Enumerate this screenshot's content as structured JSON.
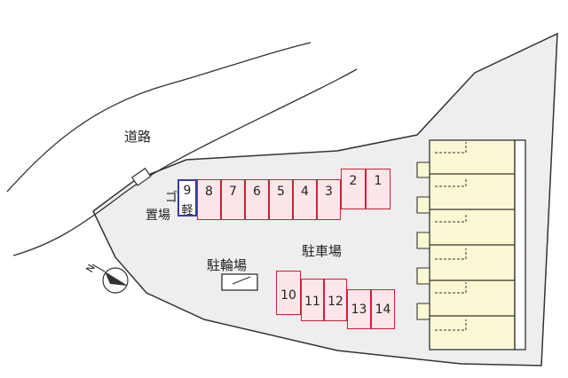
{
  "labels": {
    "road": "道路",
    "garbage_line1": "ゴミ",
    "garbage_line2": "置場",
    "bicycle": "駐輪場",
    "parking": "駐車場",
    "north": "N"
  },
  "parking_row_top": [
    "8",
    "7",
    "6",
    "5",
    "4",
    "3"
  ],
  "parking_row_top_right": [
    "2",
    "1"
  ],
  "light_car_slot": {
    "number": "9",
    "type": "軽"
  },
  "parking_row_bottom": [
    "10",
    "11",
    "12",
    "13",
    "14"
  ],
  "colors": {
    "ground": "#eeeeee",
    "slot_border": "#cc2036",
    "slot_fill": "#fde6ea",
    "light_slot_border": "#3a3aaa",
    "building_fill": "#fbf8d4",
    "outline": "#333333"
  }
}
